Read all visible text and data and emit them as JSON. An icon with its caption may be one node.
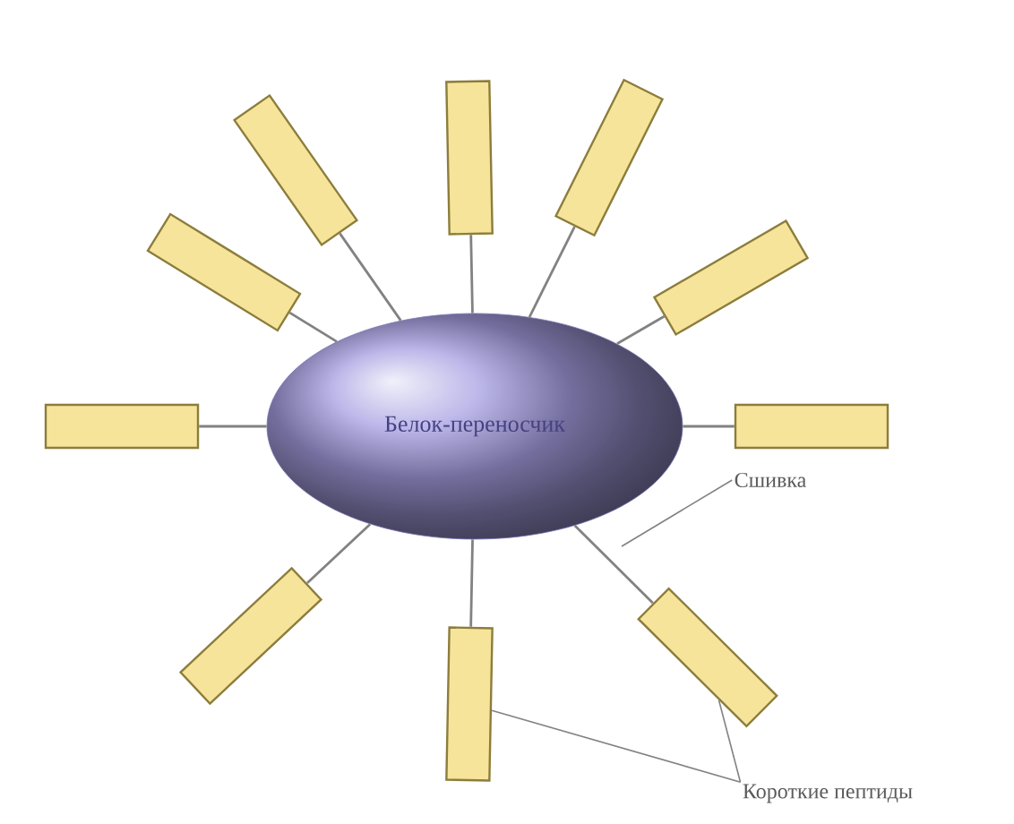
{
  "diagram": {
    "nodes": [
      {
        "text": [
          "Белок-переносчик"
        ]
      },
      {
        "text": [],
        "shape": "box"
      },
      {
        "text": [],
        "shape": "box"
      },
      {
        "text": [],
        "shape": "box"
      },
      {
        "text": [],
        "shape": "box"
      },
      {
        "text": [],
        "shape": "box"
      },
      {
        "text": [],
        "shape": "box"
      },
      {
        "text": [],
        "shape": "box"
      },
      {
        "text": [],
        "shape": "box"
      },
      {
        "text": [],
        "shape": "box"
      },
      {
        "text": [],
        "shape": "box"
      },
      {
        "text": [
          "Сшивка"
        ]
      },
      {
        "text": [
          "Короткие пептиды"
        ]
      }
    ],
    "edges": [
      {
        "from": 0,
        "to": 1,
        "arrow": "none"
      },
      {
        "from": 0,
        "to": 2,
        "arrow": "none"
      },
      {
        "from": 0,
        "to": 3,
        "arrow": "none"
      },
      {
        "from": 0,
        "to": 4,
        "arrow": "none"
      },
      {
        "from": 0,
        "to": 5,
        "arrow": "none"
      },
      {
        "from": 0,
        "to": 6,
        "arrow": "none"
      },
      {
        "from": 0,
        "to": 7,
        "arrow": "none"
      },
      {
        "from": 0,
        "to": 8,
        "arrow": "none"
      },
      {
        "from": 0,
        "to": 9,
        "arrow": "none"
      },
      {
        "from": 0,
        "to": 10,
        "arrow": "none"
      },
      {
        "from": 11,
        "to": null,
        "arrow": "none"
      },
      {
        "from": 12,
        "to": 5,
        "arrow": "none"
      },
      {
        "from": 12,
        "to": 6,
        "arrow": "none"
      }
    ]
  }
}
